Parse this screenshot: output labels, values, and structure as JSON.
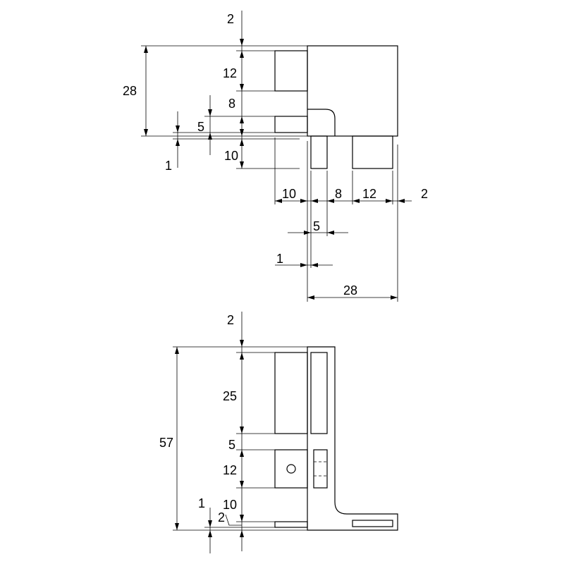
{
  "top_view": {
    "dims": {
      "top_gap": "2",
      "top_block": "12",
      "mid_gap": "8",
      "small_pad": "5",
      "pin_len": "10",
      "offset": "1",
      "height": "28",
      "h_left": "10",
      "h_mid": "8",
      "h_right": "12",
      "h_end": "2",
      "pin_width": "5",
      "pin_offset": "1",
      "width": "28"
    }
  },
  "side_view": {
    "dims": {
      "top_gap": "2",
      "long_block": "25",
      "gap": "5",
      "mid_block": "12",
      "lower_gap": "10",
      "foot": "2",
      "offset": "1",
      "height": "57"
    }
  }
}
